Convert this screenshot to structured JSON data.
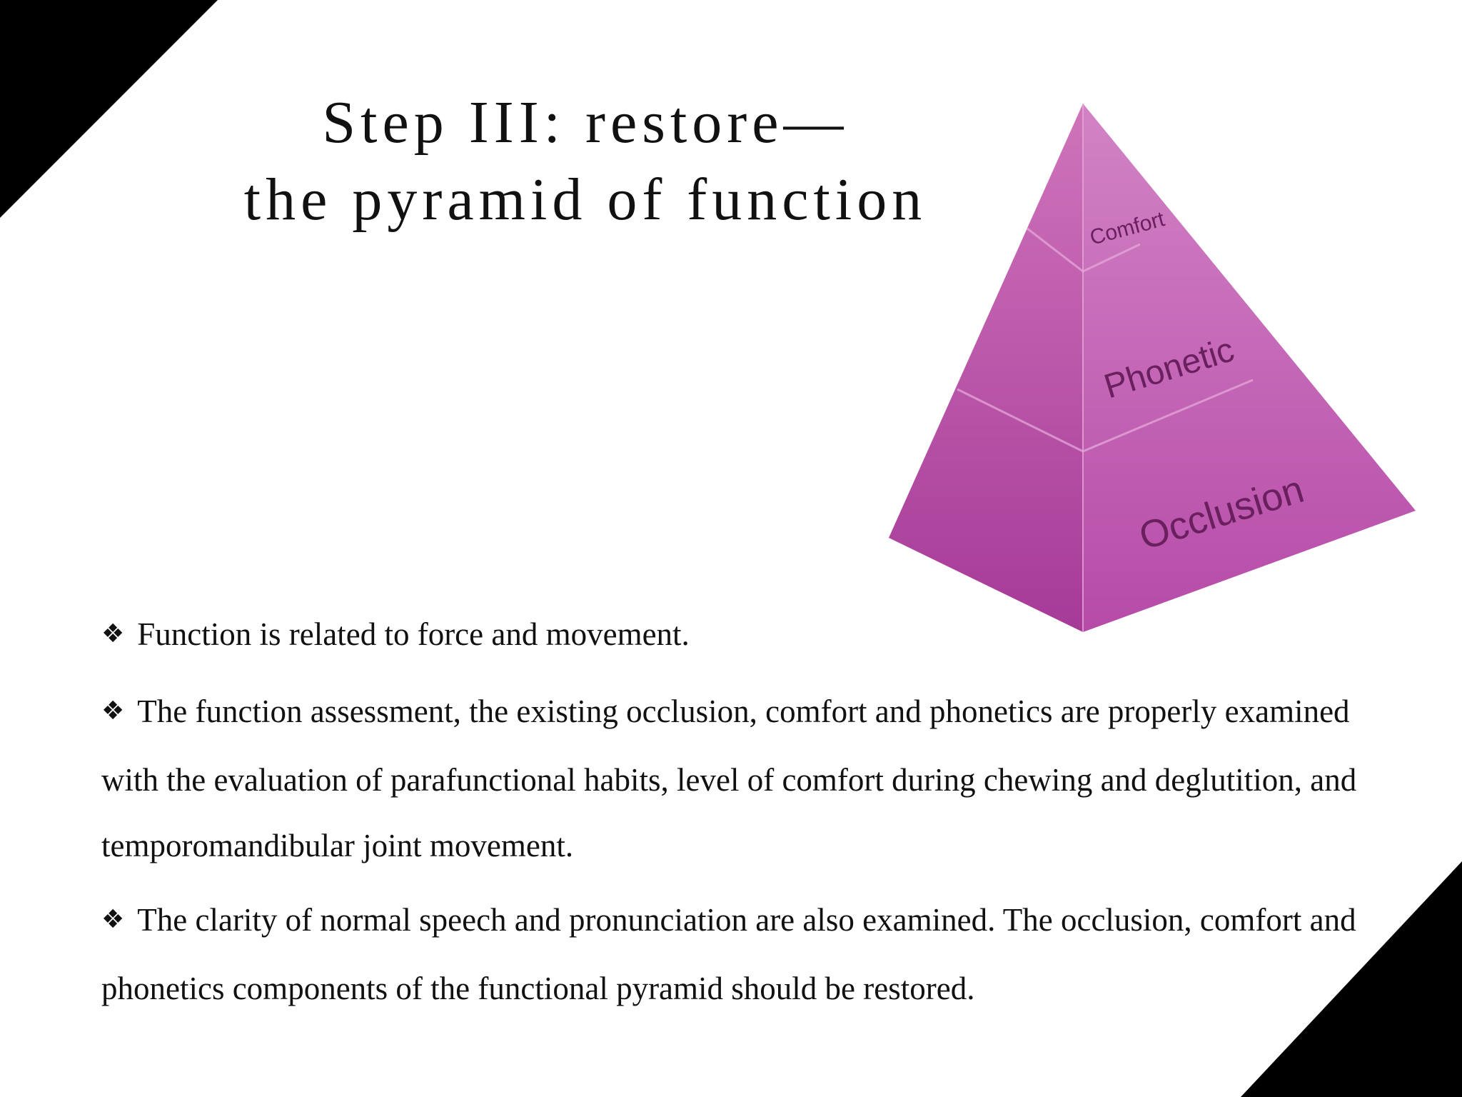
{
  "slide": {
    "title_lines": [
      "Step III: restore—",
      "the pyramid of function"
    ],
    "bullet_symbol": "❖",
    "bullets": [
      "Function is related to force and movement.",
      "The function assessment, the existing occlusion, comfort and phonetics are properly examined with the evaluation of parafunctional habits, level of comfort during chewing and deglutition, and temporomandibular joint movement.",
      "The clarity of normal speech and pronunciation are also examined. The occlusion, comfort and phonetics components of the functional pyramid should be restored."
    ]
  },
  "pyramid": {
    "levels": [
      "Comfort",
      "Phonetic",
      "Occlusion"
    ],
    "colors": {
      "left_face_top": "#cf74bb",
      "left_face_bottom": "#a63a98",
      "right_face_top": "#d283c5",
      "right_face_bottom": "#b64ba8",
      "label": "#6a1f5e",
      "divider": "#e6a8d9"
    }
  },
  "theme": {
    "corner_color": "#000000",
    "background": "#ffffff"
  }
}
